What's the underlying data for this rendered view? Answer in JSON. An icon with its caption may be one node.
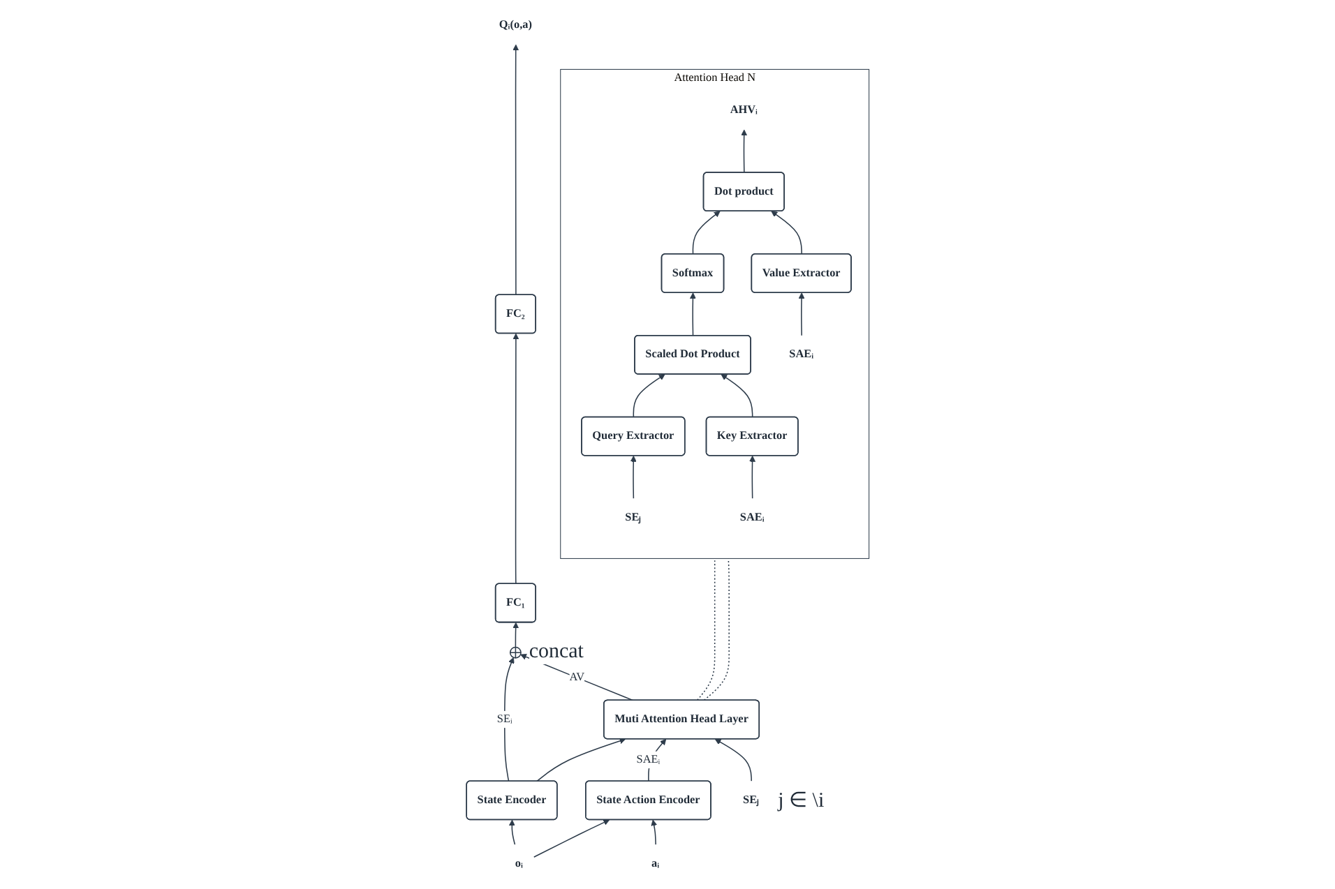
{
  "diagram": {
    "nodes": [
      {
        "text": [
          "Qᵢ(o,a)"
        ]
      },
      {
        "text": [
          "FC₂"
        ]
      },
      {
        "text": [
          "FC₁"
        ]
      },
      {
        "text": [],
        "shape": "circle",
        "beside": [
          "concat"
        ]
      },
      {
        "text": [
          "Muti Attention Head Layer"
        ]
      },
      {
        "text": [
          "State Encoder"
        ]
      },
      {
        "text": [
          "State Action Encoder"
        ]
      },
      {
        "text": [
          "oᵢ"
        ]
      },
      {
        "text": [
          "aᵢ"
        ]
      },
      {
        "text": [
          "SEⱼ"
        ],
        "beside": [
          "j ∈ \\i"
        ]
      },
      {
        "text": [
          "Attention Head N"
        ]
      },
      {
        "text": [
          "AHVᵢ"
        ],
        "in": 10
      },
      {
        "text": [
          "Dot product"
        ],
        "in": 10
      },
      {
        "text": [
          "Softmax"
        ],
        "in": 10
      },
      {
        "text": [
          "Scaled Dot Product"
        ],
        "in": 10
      },
      {
        "text": [
          "Query Extractor"
        ],
        "in": 10
      },
      {
        "text": [
          "Key Extractor"
        ],
        "in": 10
      },
      {
        "text": [
          "Value Extractor"
        ],
        "in": 10
      },
      {
        "text": [
          "SEⱼ"
        ],
        "in": 10
      },
      {
        "text": [
          "SAEᵢ"
        ],
        "in": 10
      },
      {
        "text": [
          "SAEᵢ"
        ],
        "in": 10
      }
    ],
    "edges": [
      {
        "from": 1,
        "to": 0,
        "arrow": "to"
      },
      {
        "from": 2,
        "to": 1,
        "arrow": "to"
      },
      {
        "from": 3,
        "to": 2,
        "arrow": "to"
      },
      {
        "from": 4,
        "to": 3,
        "arrow": "to",
        "label": "AV"
      },
      {
        "from": 5,
        "to": 3,
        "arrow": "to",
        "label": "SEᵢ"
      },
      {
        "from": 5,
        "to": 4,
        "arrow": "to"
      },
      {
        "from": 6,
        "to": 4,
        "arrow": "to",
        "label": "SAEᵢ"
      },
      {
        "from": 9,
        "to": 4,
        "arrow": "to"
      },
      {
        "from": 7,
        "to": 5,
        "arrow": "to"
      },
      {
        "from": 7,
        "to": 6,
        "arrow": "to"
      },
      {
        "from": 8,
        "to": 6,
        "arrow": "to"
      },
      {
        "from": 4,
        "to": 10,
        "arrow": "none",
        "style": "dashed"
      },
      {
        "from": 4,
        "to": 10,
        "arrow": "none",
        "style": "dashed"
      },
      {
        "from": 12,
        "to": 11,
        "arrow": "to"
      },
      {
        "from": 13,
        "to": 12,
        "arrow": "to"
      },
      {
        "from": 14,
        "to": 13,
        "arrow": "to"
      },
      {
        "from": 15,
        "to": 14,
        "arrow": "to"
      },
      {
        "from": 16,
        "to": 14,
        "arrow": "to"
      },
      {
        "from": 17,
        "to": 12,
        "arrow": "to"
      },
      {
        "from": 18,
        "to": 15,
        "arrow": "to"
      },
      {
        "from": 19,
        "to": 16,
        "arrow": "to"
      },
      {
        "from": 20,
        "to": 17,
        "arrow": "to"
      }
    ]
  }
}
